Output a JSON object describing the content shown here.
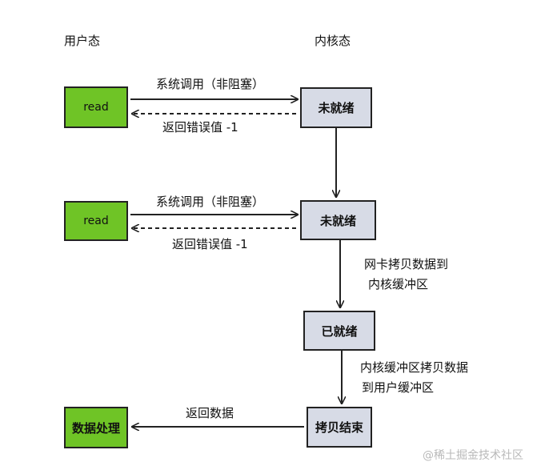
{
  "headers": {
    "user_mode": "用户态",
    "kernel_mode": "内核态"
  },
  "steps": [
    {
      "user_node": "read",
      "kernel_node": "未就绪",
      "call_label": "系统调用（非阻塞）",
      "return_label": "返回错误值 -1"
    },
    {
      "user_node": "read",
      "kernel_node": "未就绪",
      "call_label": "系统调用（非阻塞）",
      "return_label": "返回错误值 -1"
    }
  ],
  "kernel_flow": {
    "copy_label_line1": "网卡拷贝数据到",
    "copy_label_line2": "内核缓冲区",
    "ready_node": "已就绪",
    "copy2_label_line1": "内核缓冲区拷贝数据",
    "copy2_label_line2": "到用户缓冲区",
    "copy_done_node": "拷贝结束"
  },
  "final": {
    "return_label": "返回数据",
    "user_node": "数据处理"
  },
  "watermark": "@稀土掘金技术社区"
}
